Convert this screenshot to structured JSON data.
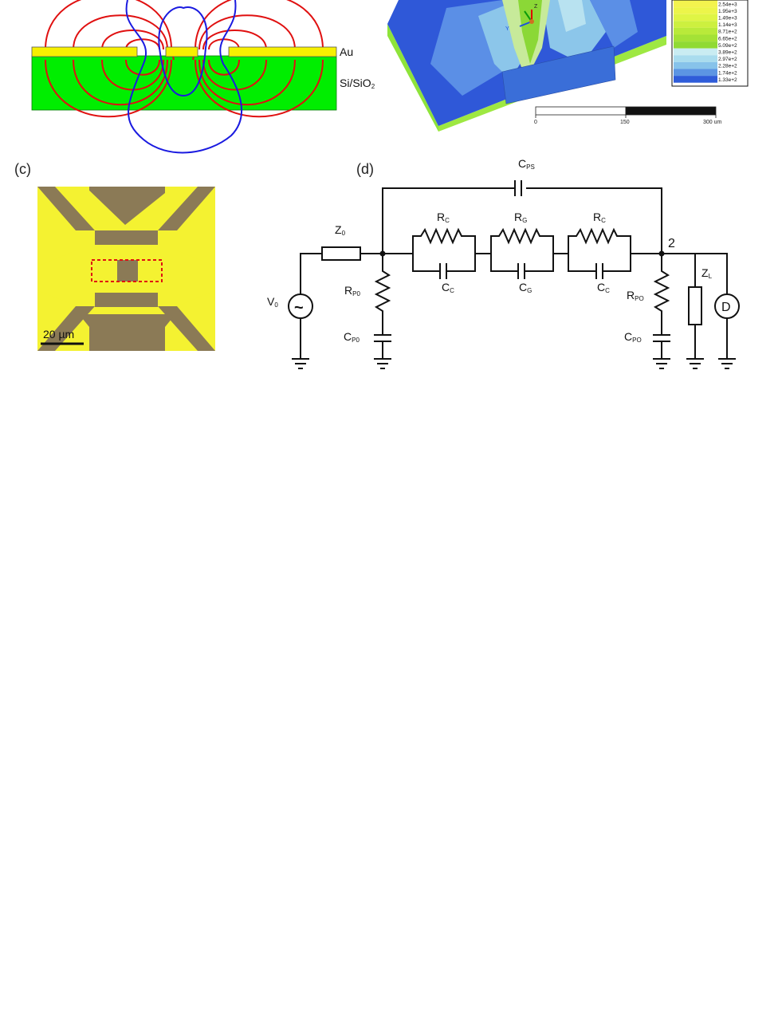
{
  "panel_a": {
    "label_au": "Au",
    "label_substrate": "Si/SiO",
    "label_substrate_sub": "2"
  },
  "panel_b": {
    "legend_values": [
      "2.54e+3",
      "1.95e+3",
      "1.49e+3",
      "1.14e+3",
      "8.71e+2",
      "6.65e+2",
      "5.09e+2",
      "3.89e+2",
      "2.97e+2",
      "2.28e+2",
      "1.74e+2",
      "1.33e+2"
    ],
    "legend_colors": [
      "#f3f34e",
      "#ecf54a",
      "#dff545",
      "#cdf03f",
      "#b9ea3a",
      "#a4e236",
      "#90da34",
      "#c9ecf2",
      "#a9dcee",
      "#87c3ea",
      "#5c95e3",
      "#2f5cd9"
    ],
    "axis_y": "Y",
    "axis_z": "Z",
    "scalebar": {
      "ticks": [
        "0",
        "150",
        "300 um"
      ]
    }
  },
  "panel_c": {
    "label": "(c)",
    "scalebar_text": "20 µm"
  },
  "panel_d": {
    "label": "(d)",
    "source": {
      "main": "V",
      "sub": "0",
      "symbol": "~"
    },
    "z0": {
      "main": "Z",
      "sub": "0"
    },
    "rp0": {
      "main": "R",
      "sub": "P0"
    },
    "cp0": {
      "main": "C",
      "sub": "P0"
    },
    "rc_left": {
      "main": "R",
      "sub": "C"
    },
    "cc_left": {
      "main": "C",
      "sub": "C"
    },
    "rg": {
      "main": "R",
      "sub": "G"
    },
    "cg": {
      "main": "C",
      "sub": "G"
    },
    "rc_right": {
      "main": "R",
      "sub": "C"
    },
    "cc_right": {
      "main": "C",
      "sub": "C"
    },
    "cps": {
      "main": "C",
      "sub": "PS"
    },
    "node2": "2",
    "rpo": {
      "main": "R",
      "sub": "PO"
    },
    "cpo": {
      "main": "C",
      "sub": "PO"
    },
    "zl": {
      "main": "Z",
      "sub": "L"
    },
    "detector": "D"
  }
}
